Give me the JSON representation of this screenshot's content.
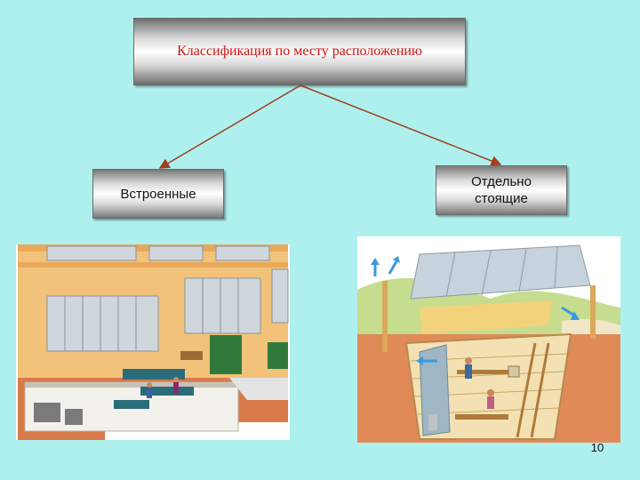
{
  "title": "Классификация по месту расположению",
  "categories": [
    {
      "id": "built_in",
      "label": "Встроенные"
    },
    {
      "id": "standalone",
      "label": "Отдельно стоящие"
    }
  ],
  "page_number": "10",
  "colors": {
    "background": "#aef0ee",
    "title_text": "#d01010",
    "arrow": "#a04020"
  }
}
